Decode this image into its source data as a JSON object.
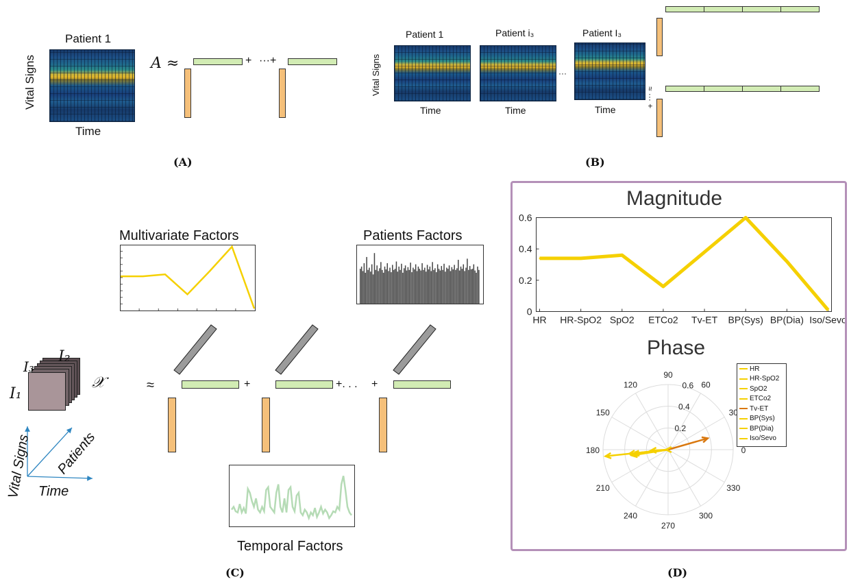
{
  "panel_a": {
    "patient_title": "Patient 1",
    "y_label": "Vital Signs",
    "x_label": "Time",
    "approx": "A ≈",
    "plus": "+",
    "dots_plus": "···+",
    "caption": "(A)"
  },
  "panel_b": {
    "y_label": "Vital Signs",
    "patients": [
      {
        "title": "Patient 1",
        "time": "Time"
      },
      {
        "title": "Patient i₃",
        "time": "Time"
      },
      {
        "title": "Patient I₃",
        "time": "Time"
      }
    ],
    "ellipsis": "···",
    "approx_vertical": "≈ ··· +",
    "caption": "(B)"
  },
  "panel_c": {
    "multivariate_title": "Multivariate Factors",
    "patients_title": "Patients Factors",
    "temporal_title": "Temporal Factors",
    "tensor_symbol": "𝒳",
    "dims": {
      "i1": "I₁",
      "i2": "I₂",
      "i3": "I₃"
    },
    "axis_vital": "Vital Signs",
    "axis_patients": "Patients",
    "axis_time": "Time",
    "approx": "≈",
    "plus1": "+",
    "plus_dots": "+. . .",
    "plus2": "+",
    "caption": "(C)"
  },
  "panel_d": {
    "caption": "(D)",
    "colors": {
      "gold": "#f5d000",
      "orange": "#d9780f",
      "frame": "#b490b8"
    }
  },
  "chart_data": [
    {
      "type": "line",
      "title": "Magnitude",
      "categories": [
        "HR",
        "HR-SpO2",
        "SpO2",
        "ETCo2",
        "Tv-ET",
        "BP(Sys)",
        "BP(Dia)",
        "Iso/Sevo"
      ],
      "x": [
        1,
        2,
        3,
        4,
        5,
        6,
        7,
        8
      ],
      "values": [
        0.34,
        0.34,
        0.36,
        0.16,
        0.38,
        0.6,
        0.32,
        0.01
      ],
      "ylim": [
        0,
        0.6
      ],
      "yticks": [
        "0",
        "0.2",
        "0.4",
        "0.6"
      ],
      "color": "#f5d000",
      "grid": false
    },
    {
      "type": "scatter",
      "title": "Phase",
      "polar": true,
      "rticks": [
        "0.2",
        "0.4",
        "0.6"
      ],
      "angle_ticks": [
        "0",
        "30",
        "60",
        "90",
        "120",
        "150",
        "180",
        "210",
        "240",
        "270",
        "300",
        "330"
      ],
      "series": [
        {
          "name": "HR",
          "angle_deg": 188,
          "r": 0.34,
          "color": "#f5d000"
        },
        {
          "name": "HR-SpO2",
          "angle_deg": 189,
          "r": 0.34,
          "color": "#f5d000"
        },
        {
          "name": "SpO2",
          "angle_deg": 186,
          "r": 0.36,
          "color": "#f5d000"
        },
        {
          "name": "ETCo2",
          "angle_deg": 183,
          "r": 0.16,
          "color": "#f5d000"
        },
        {
          "name": "Tv-ET",
          "angle_deg": 16,
          "r": 0.38,
          "color": "#d9780f"
        },
        {
          "name": "BP(Sys)",
          "angle_deg": 186,
          "r": 0.58,
          "color": "#f5d000"
        },
        {
          "name": "BP(Dia)",
          "angle_deg": 187,
          "r": 0.32,
          "color": "#f5d000"
        },
        {
          "name": "Iso/Sevo",
          "angle_deg": 180,
          "r": 0.02,
          "color": "#f5d000"
        }
      ],
      "legend": "top-right"
    },
    {
      "type": "line",
      "title": "",
      "x": [
        1,
        2,
        3,
        4,
        5,
        6,
        7
      ],
      "values": [
        0.52,
        0.52,
        0.55,
        0.24,
        0.6,
        0.98,
        0.02
      ],
      "ylim": [
        0,
        1
      ],
      "color": "#f5d000"
    },
    {
      "type": "bar",
      "title": "",
      "values": [
        0.62,
        0.66,
        0.58,
        0.72,
        0.55,
        0.83,
        0.6,
        0.64,
        0.57,
        0.7,
        0.52,
        0.9,
        0.6,
        0.68,
        0.58,
        0.63,
        0.74,
        0.6,
        0.55,
        0.66,
        0.61,
        0.72,
        0.58,
        0.64,
        0.56,
        0.69,
        0.6,
        0.62,
        0.75,
        0.57,
        0.66,
        0.6,
        0.71,
        0.55,
        0.63,
        0.68,
        0.59,
        0.65,
        0.6,
        0.73,
        0.56,
        0.64,
        0.61,
        0.7,
        0.58,
        0.66,
        0.62,
        0.59,
        0.72,
        0.6,
        0.64,
        0.57,
        0.69,
        0.61,
        0.66,
        0.58,
        0.74,
        0.6,
        0.63,
        0.56,
        0.7,
        0.62,
        0.59,
        0.67,
        0.6,
        0.71,
        0.57,
        0.64,
        0.62,
        0.68,
        0.58,
        0.65,
        0.61,
        0.69,
        0.6,
        0.63,
        0.78,
        0.59,
        0.66,
        0.62,
        0.7,
        0.58,
        0.64,
        0.8,
        0.6,
        0.67,
        0.61,
        0.62,
        0.7,
        0.59,
        0.55,
        0.66,
        0.6
      ],
      "ylim": [
        0,
        1
      ],
      "color": "#444444"
    },
    {
      "type": "line",
      "title": "",
      "values": [
        0.25,
        0.3,
        0.22,
        0.2,
        0.35,
        0.2,
        0.28,
        0.18,
        0.62,
        0.55,
        0.4,
        0.3,
        0.45,
        0.25,
        0.2,
        0.3,
        0.22,
        0.6,
        0.65,
        0.3,
        0.25,
        0.2,
        0.55,
        0.7,
        0.3,
        0.2,
        0.45,
        0.2,
        0.6,
        0.65,
        0.3,
        0.22,
        0.5,
        0.55,
        0.2,
        0.15,
        0.25,
        0.2,
        0.1,
        0.2,
        0.15,
        0.28,
        0.12,
        0.2,
        0.3,
        0.18,
        0.25,
        0.2,
        0.1,
        0.15,
        0.22,
        0.2,
        0.3,
        0.25,
        0.7,
        0.85,
        0.6,
        0.3,
        0.2,
        0.15
      ],
      "ylim": [
        0,
        1
      ],
      "color": "#b5dbb5"
    }
  ]
}
